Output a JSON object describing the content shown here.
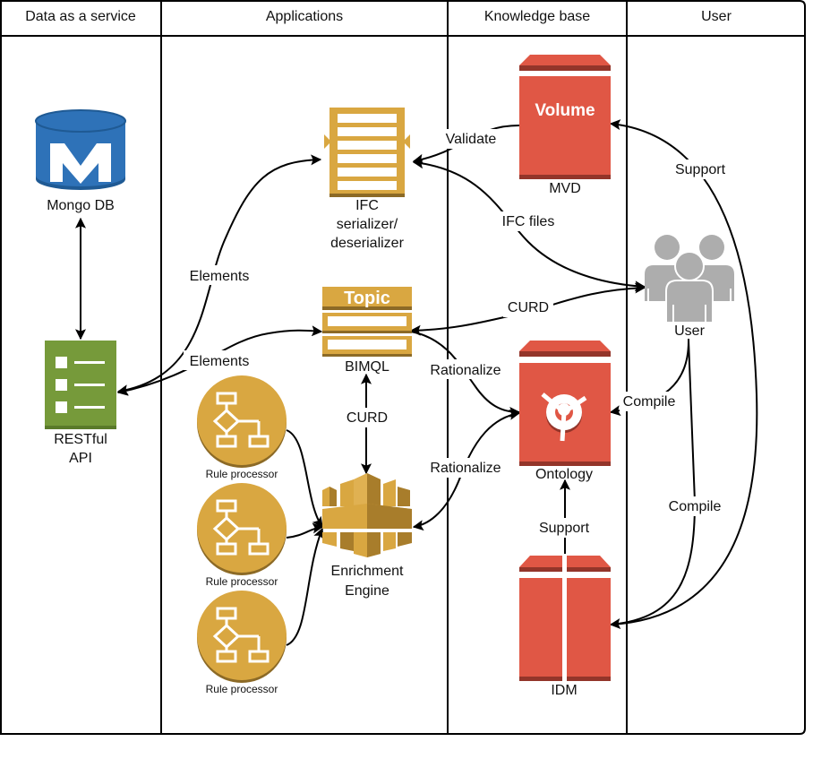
{
  "lanes": [
    {
      "title": "Data as a service"
    },
    {
      "title": "Applications"
    },
    {
      "title": "Knowledge base"
    },
    {
      "title": "User"
    }
  ],
  "colors": {
    "mongo_blue": "#2e72b8",
    "mongo_blue_dark": "#1f5a94",
    "rest_green": "#769a3a",
    "rest_green_dark": "#5a7a2a",
    "app_gold": "#d9a741",
    "app_gold_dark": "#8c6a26",
    "kb_red": "#e05745",
    "kb_red_dark": "#93352a",
    "user_gray": "#adadad",
    "line": "#000000"
  },
  "nodes": {
    "mongodb": {
      "label": "Mongo DB",
      "icon_letter": "M"
    },
    "restful_api": {
      "label_line1": "RESTful",
      "label_line2": "API"
    },
    "ifc_serializer": {
      "label_line1": "IFC",
      "label_line2": "serializer/",
      "label_line3": "deserializer"
    },
    "bimql": {
      "label": "BIMQL",
      "header": "Topic"
    },
    "enrichment_engine": {
      "label_line1": "Enrichment",
      "label_line2": "Engine"
    },
    "rule_processors": [
      {
        "label": "Rule processor"
      },
      {
        "label": "Rule processor"
      },
      {
        "label": "Rule processor"
      }
    ],
    "mvd": {
      "label": "MVD",
      "header": "Volume"
    },
    "ontology": {
      "label": "Ontology"
    },
    "idm": {
      "label": "IDM"
    },
    "user": {
      "label": "User"
    }
  },
  "edges": {
    "elements_ifc": "Elements",
    "elements_bimql": "Elements",
    "validate": "Validate",
    "ifc_files": "IFC files",
    "curd_user": "CURD",
    "curd_engine": "CURD",
    "rationalize_bimql": "Rationalize",
    "rationalize_engine": "Rationalize",
    "compile_ontology": "Compile",
    "compile_idm": "Compile",
    "support_mvd": "Support",
    "support_ontology": "Support"
  }
}
